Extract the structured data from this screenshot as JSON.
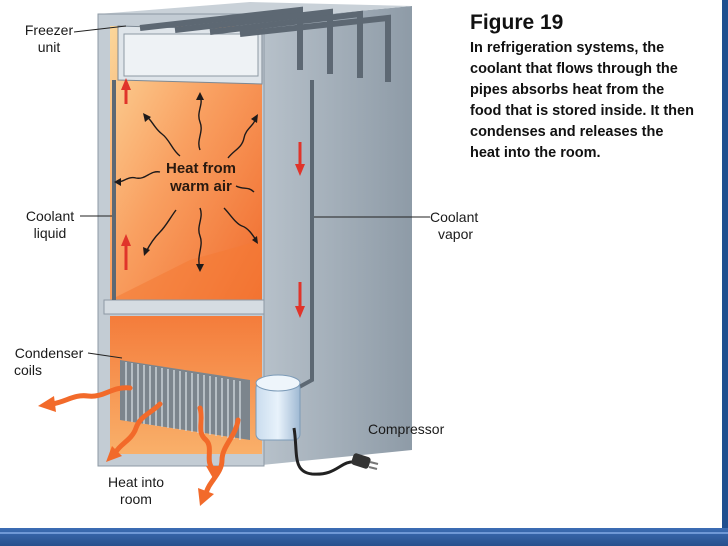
{
  "caption": {
    "figure": "Figure 19",
    "lines": [
      "In refrigeration systems,  the",
      "coolant that flows through the",
      "pipes absorbs heat from the",
      "food that is stored inside.  It then",
      "condenses and releases the",
      "heat into the room."
    ]
  },
  "labels": {
    "freezer": [
      "Freezer",
      "unit"
    ],
    "coolant_liquid": [
      "Coolant",
      "liquid"
    ],
    "condenser": [
      "Condenser",
      "coils"
    ],
    "heat_warm": [
      "Heat from",
      "warm air"
    ],
    "coolant_vapor": [
      "Coolant",
      "vapor"
    ],
    "compressor": "Compressor",
    "heat_room": [
      "Heat into",
      "room"
    ]
  },
  "colors": {
    "accent_blue": "#2a5a9e",
    "heat_orange": "#f26a2a",
    "cabinet_gray": "#9aa7b3"
  }
}
